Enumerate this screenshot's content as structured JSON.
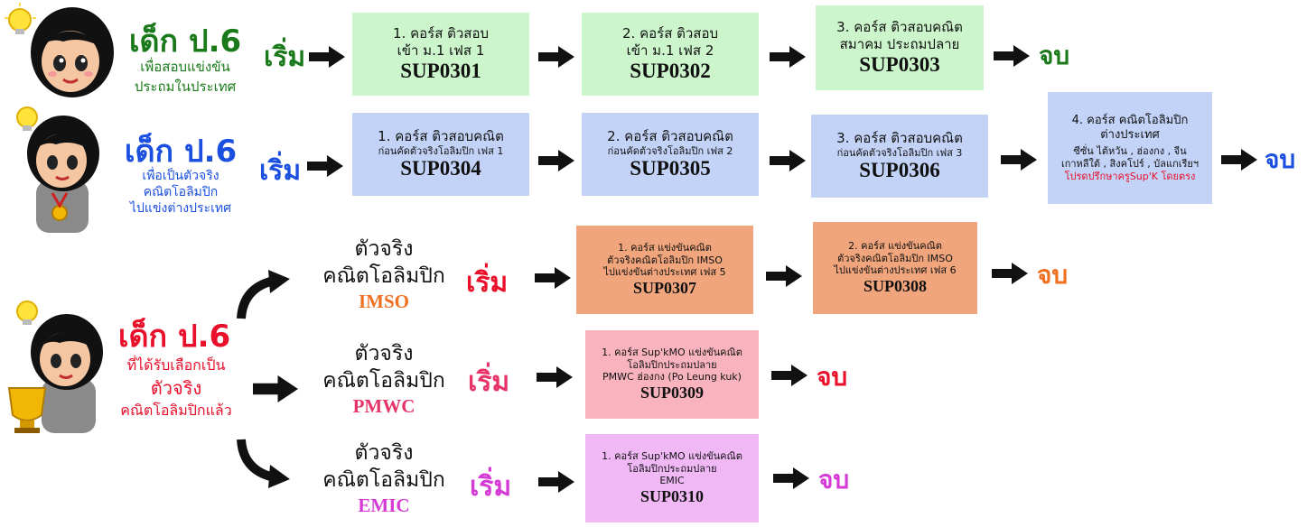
{
  "colors": {
    "dark_green": "#1a7a1a",
    "blue": "#1a4fe0",
    "red": "#e8102a",
    "orange": "#f07020",
    "crimson": "#e63368",
    "magenta": "#d63ad6"
  },
  "row1": {
    "title": "เด็ก ป.6",
    "subtitle_1": "เพื่อสอบแข่งขัน",
    "subtitle_2": "ประถมในประเทศ",
    "start": "เริ่ม",
    "end": "จบ",
    "courses": [
      {
        "line1": "1. คอร์ส ติวสอบ",
        "line2": "เข้า ม.1 เฟส 1",
        "code": "SUP0301"
      },
      {
        "line1": "2. คอร์ส ติวสอบ",
        "line2": "เข้า ม.1 เฟส 2",
        "code": "SUP0302"
      },
      {
        "line1": "3. คอร์ส ติวสอบคณิต",
        "line2": "สมาคม ประถมปลาย",
        "code": "SUP0303"
      }
    ]
  },
  "row2": {
    "title": "เด็ก ป.6",
    "subtitle_1": "เพื่อเป็นตัวจริง",
    "subtitle_2": "คณิตโอลิมปิก",
    "subtitle_3": "ไปแข่งต่างประเทศ",
    "start": "เริ่ม",
    "end": "จบ",
    "courses": [
      {
        "line1": "1. คอร์ส ติวสอบคณิต",
        "line2": "ก่อนคัดตัวจริงโอลิมปิก เฟส 1",
        "code": "SUP0304"
      },
      {
        "line1": "2. คอร์ส ติวสอบคณิต",
        "line2": "ก่อนคัดตัวจริงโอลิมปิก เฟส 2",
        "code": "SUP0305"
      },
      {
        "line1": "3. คอร์ส ติวสอบคณิต",
        "line2": "ก่อนคัดตัวจริงโอลิมปิก เฟส 3",
        "code": "SUP0306"
      }
    ],
    "course4": {
      "line1": "4. คอร์ส คณิตโอลิมปิก",
      "line2": "ต่างประเทศ",
      "line3": "ซีซั่น ไต้หวัน , ฮ่องกง , จีน",
      "line4": "เกาหลีใต้ , สิงคโปร์ , บัลแกเรียฯ",
      "note": "โปรดปรึกษาครูSup'K โดยตรง"
    }
  },
  "row3": {
    "title": "เด็ก ป.6",
    "subtitle_1": "ที่ได้รับเลือกเป็น",
    "subtitle_2": "ตัวจริง",
    "subtitle_3": "คณิตโอลิมปิกแล้ว",
    "comps": [
      {
        "line1": "ตัวจริง",
        "line2": "คณิตโอลิมปิก",
        "code": "IMSO",
        "start": "เริ่ม",
        "end": "จบ"
      },
      {
        "line1": "ตัวจริง",
        "line2": "คณิตโอลิมปิก",
        "code": "PMWC",
        "start": "เริ่ม",
        "end": "จบ"
      },
      {
        "line1": "ตัวจริง",
        "line2": "คณิตโอลิมปิก",
        "code": "EMIC",
        "start": "เริ่ม",
        "end": "จบ"
      }
    ],
    "imso_courses": [
      {
        "line1": "1. คอร์ส แข่งขันคณิต",
        "line2": "ตัวจริงคณิตโอลิมปิก IMSO",
        "line3": "ไปแข่งขันต่างประเทศ เฟส 5",
        "code": "SUP0307"
      },
      {
        "line1": "2. คอร์ส แข่งขันคณิต",
        "line2": "ตัวจริงคณิตโอลิมปิก IMSO",
        "line3": "ไปแข่งขันต่างประเทศ เฟส 6",
        "code": "SUP0308"
      }
    ],
    "pmwc_course": {
      "line1": "1. คอร์ส Sup'kMO แข่งขันคณิต",
      "line2": "โอลิมปิกประถมปลาย",
      "line3": "PMWC ฮ่องกง (Po Leung kuk)",
      "code": "SUP0309"
    },
    "emic_course": {
      "line1": "1. คอร์ส Sup'kMO แข่งขันคณิต",
      "line2": "โอลิมปิกประถมปลาย",
      "line3": "EMIC",
      "code": "SUP0310"
    }
  }
}
